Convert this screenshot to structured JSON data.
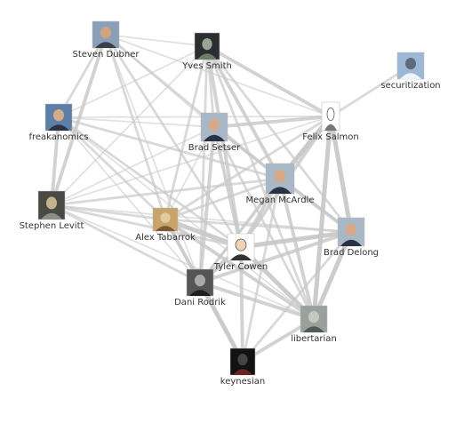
{
  "nodes": [
    {
      "id": "steven_dubner",
      "label": "Steven Dubner",
      "icon": "portrait-group-photo"
    },
    {
      "id": "yves_smith",
      "label": "Yves Smith",
      "icon": "dark-screenshot-thumbnail"
    },
    {
      "id": "securitization",
      "label": "securitization",
      "icon": "snowy-mountain-photo"
    },
    {
      "id": "freakanomics",
      "label": "freakanomics",
      "icon": "people-photo"
    },
    {
      "id": "brad_setser",
      "label": "Brad Setser",
      "icon": "portrait-photo"
    },
    {
      "id": "felix_salmon",
      "label": "Felix Salmon",
      "icon": "sketch-portrait"
    },
    {
      "id": "megan_mcardle",
      "label": "Megan McArdle",
      "icon": "portrait-photo"
    },
    {
      "id": "stephen_levitt",
      "label": "Stephen Levitt",
      "icon": "lecture-hall-photo"
    },
    {
      "id": "alex_tabarrok",
      "label": "Alex Tabarrok",
      "icon": "painting-thumbnail"
    },
    {
      "id": "tyler_cowen",
      "label": "Tyler Cowen",
      "icon": "cartoon-portrait"
    },
    {
      "id": "brad_delong",
      "label": "Brad Delong",
      "icon": "portrait-photo"
    },
    {
      "id": "dani_rodrik",
      "label": "Dani Rodrik",
      "icon": "bw-portrait-photo"
    },
    {
      "id": "libertarian",
      "label": "libertarian",
      "icon": "statue-photo"
    },
    {
      "id": "keynesian",
      "label": "keynesian",
      "icon": "dark-book-thumbnail"
    }
  ],
  "edges": [
    [
      "steven_dubner",
      "yves_smith",
      1
    ],
    [
      "steven_dubner",
      "freakanomics",
      2
    ],
    [
      "steven_dubner",
      "brad_setser",
      1
    ],
    [
      "steven_dubner",
      "felix_salmon",
      1
    ],
    [
      "steven_dubner",
      "megan_mcardle",
      2
    ],
    [
      "steven_dubner",
      "stephen_levitt",
      3
    ],
    [
      "steven_dubner",
      "alex_tabarrok",
      2
    ],
    [
      "steven_dubner",
      "tyler_cowen",
      2
    ],
    [
      "steven_dubner",
      "dani_rodrik",
      1
    ],
    [
      "yves_smith",
      "brad_setser",
      2
    ],
    [
      "yves_smith",
      "felix_salmon",
      3
    ],
    [
      "yves_smith",
      "megan_mcardle",
      3
    ],
    [
      "yves_smith",
      "alex_tabarrok",
      2
    ],
    [
      "yves_smith",
      "tyler_cowen",
      3
    ],
    [
      "yves_smith",
      "dani_rodrik",
      2
    ],
    [
      "yves_smith",
      "freakanomics",
      1
    ],
    [
      "yves_smith",
      "stephen_levitt",
      1
    ],
    [
      "yves_smith",
      "brad_delong",
      2
    ],
    [
      "yves_smith",
      "libertarian",
      2
    ],
    [
      "securitization",
      "felix_salmon",
      2
    ],
    [
      "freakanomics",
      "stephen_levitt",
      3
    ],
    [
      "freakanomics",
      "brad_setser",
      1
    ],
    [
      "freakanomics",
      "megan_mcardle",
      2
    ],
    [
      "freakanomics",
      "alex_tabarrok",
      2
    ],
    [
      "freakanomics",
      "tyler_cowen",
      2
    ],
    [
      "freakanomics",
      "felix_salmon",
      1
    ],
    [
      "freakanomics",
      "dani_rodrik",
      1
    ],
    [
      "freakanomics",
      "libertarian",
      1
    ],
    [
      "brad_setser",
      "felix_salmon",
      3
    ],
    [
      "brad_setser",
      "megan_mcardle",
      2
    ],
    [
      "brad_setser",
      "tyler_cowen",
      3
    ],
    [
      "brad_setser",
      "dani_rodrik",
      3
    ],
    [
      "brad_setser",
      "brad_delong",
      2
    ],
    [
      "brad_setser",
      "alex_tabarrok",
      1
    ],
    [
      "brad_setser",
      "stephen_levitt",
      1
    ],
    [
      "brad_setser",
      "libertarian",
      2
    ],
    [
      "felix_salmon",
      "megan_mcardle",
      4
    ],
    [
      "felix_salmon",
      "brad_delong",
      4
    ],
    [
      "felix_salmon",
      "libertarian",
      4
    ],
    [
      "felix_salmon",
      "tyler_cowen",
      3
    ],
    [
      "felix_salmon",
      "alex_tabarrok",
      2
    ],
    [
      "felix_salmon",
      "stephen_levitt",
      1
    ],
    [
      "felix_salmon",
      "dani_rodrik",
      2
    ],
    [
      "megan_mcardle",
      "tyler_cowen",
      3
    ],
    [
      "megan_mcardle",
      "brad_delong",
      3
    ],
    [
      "megan_mcardle",
      "libertarian",
      3
    ],
    [
      "megan_mcardle",
      "alex_tabarrok",
      2
    ],
    [
      "megan_mcardle",
      "stephen_levitt",
      2
    ],
    [
      "megan_mcardle",
      "dani_rodrik",
      2
    ],
    [
      "megan_mcardle",
      "keynesian",
      2
    ],
    [
      "stephen_levitt",
      "alex_tabarrok",
      2
    ],
    [
      "stephen_levitt",
      "tyler_cowen",
      2
    ],
    [
      "stephen_levitt",
      "dani_rodrik",
      2
    ],
    [
      "stephen_levitt",
      "libertarian",
      1
    ],
    [
      "stephen_levitt",
      "brad_delong",
      1
    ],
    [
      "alex_tabarrok",
      "tyler_cowen",
      4
    ],
    [
      "alex_tabarrok",
      "dani_rodrik",
      3
    ],
    [
      "alex_tabarrok",
      "libertarian",
      3
    ],
    [
      "alex_tabarrok",
      "keynesian",
      2
    ],
    [
      "alex_tabarrok",
      "brad_delong",
      2
    ],
    [
      "tyler_cowen",
      "brad_delong",
      4
    ],
    [
      "tyler_cowen",
      "dani_rodrik",
      4
    ],
    [
      "tyler_cowen",
      "libertarian",
      4
    ],
    [
      "tyler_cowen",
      "keynesian",
      3
    ],
    [
      "brad_delong",
      "libertarian",
      4
    ],
    [
      "brad_delong",
      "dani_rodrik",
      3
    ],
    [
      "brad_delong",
      "keynesian",
      2
    ],
    [
      "dani_rodrik",
      "libertarian",
      3
    ],
    [
      "dani_rodrik",
      "keynesian",
      4
    ],
    [
      "libertarian",
      "keynesian",
      3
    ]
  ],
  "colors": {
    "edge": "#c8c8c8",
    "label": "#333333",
    "background": "#ffffff"
  }
}
